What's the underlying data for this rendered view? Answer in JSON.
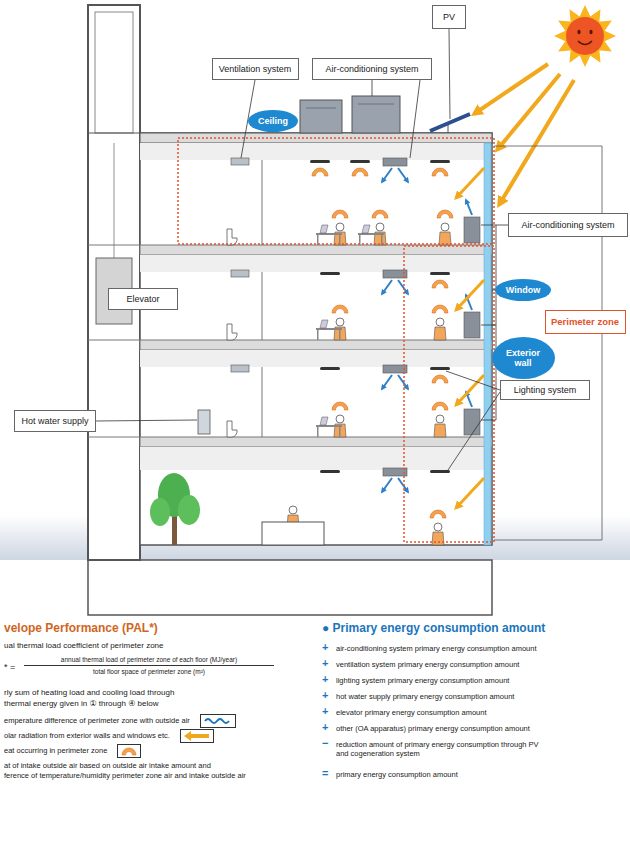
{
  "diagram": {
    "nodes": [
      {
        "text": [
          "PV"
        ]
      },
      {
        "text": [
          "Ventilation system"
        ]
      },
      {
        "text": [
          "Air-conditioning system"
        ]
      },
      {
        "text": [
          "Ceiling"
        ]
      },
      {
        "text": [
          "Air-conditioning system"
        ]
      },
      {
        "text": [
          "Window"
        ]
      },
      {
        "text": [
          "Elevator"
        ]
      },
      {
        "text": [
          "Perimeter zone"
        ]
      },
      {
        "text": [
          "Exterior wall"
        ]
      },
      {
        "text": [
          "Lighting system"
        ]
      },
      {
        "text": [
          "Hot water supply"
        ]
      }
    ],
    "labels": [
      "velope Performance (PAL*)",
      "ual thermal load coefficient of perimeter zone",
      "* =",
      "annual thermal load of perimeter zone of each floor (MJ/year)",
      "total floor space of perimeter zone (m²)",
      "rly sum of heating load and cooling load through",
      "thermal energy given in ① through ④ below",
      "emperature difference of perimeter zone with outside air",
      "olar radiation from exterior walls and windows etc.",
      "eat occurring in perimeter zone",
      "at of intake outside air based on outside air intake amount and",
      "ference of temperature/humidity perimeter zone air and intake outside air",
      "● Primary energy consumption amount",
      "+",
      "air-conditioning system primary energy consumption amount",
      "+",
      "ventilation system primary energy consumption amount",
      "+",
      "lighting system primary energy consumption amount",
      "+",
      "hot water supply primary energy consumption amount",
      "+",
      "elevator primary energy consumption amount",
      "+",
      "other (OA apparatus) primary energy consumption amount",
      "−",
      "reduction amount of primary energy consumption through PV and cogeneration system",
      "=",
      "primary energy consumption amount"
    ]
  }
}
